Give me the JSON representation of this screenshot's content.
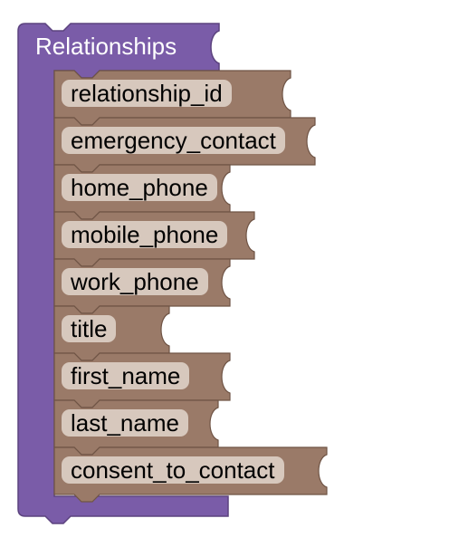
{
  "container": {
    "label": "Relationships",
    "color": "#7a5ca8",
    "edge_color": "#5c437f"
  },
  "field_block_color": "#9a7a68",
  "field_block_edge": "#6f5445",
  "pill_color": "#d7c8bd",
  "fields": [
    {
      "label": "relationship_id"
    },
    {
      "label": "emergency_contact"
    },
    {
      "label": "home_phone"
    },
    {
      "label": "mobile_phone"
    },
    {
      "label": "work_phone"
    },
    {
      "label": "title"
    },
    {
      "label": "first_name"
    },
    {
      "label": "last_name"
    },
    {
      "label": "consent_to_contact"
    }
  ]
}
